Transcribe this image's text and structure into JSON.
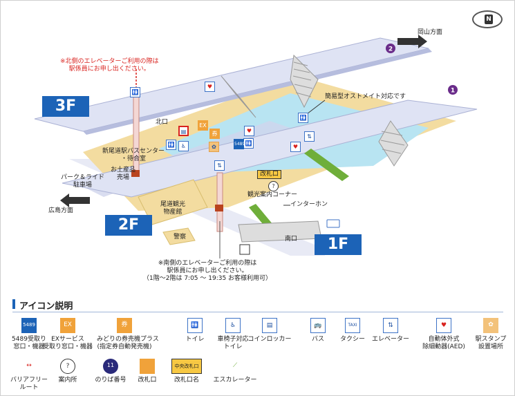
{
  "floors": {
    "f3": "3F",
    "f2": "2F",
    "f1": "1F"
  },
  "directions": {
    "okayama": "岡山方面",
    "hiroshima": "広島方面"
  },
  "compass": "N",
  "notes": {
    "north_elevator": "※北側のエレベーターご利用の際は\n駅係員にお申し出ください。",
    "south_elevator": "※南側のエレベーターご利用の際は\n駅係員にお申し出ください。\n（1階～2階は 7:05 ～ 19:35 お客様利用可）"
  },
  "places": {
    "ostomate": "簡易型オストメイト対応です",
    "north_exit": "北口",
    "bus_center": "新尾道駅バスセンター\n・待合室",
    "souvenir": "お土産品\n売場",
    "park_ride": "パーク＆ライド\n駐車場",
    "tourism_hall": "尾道観光\n物産館",
    "police": "警察",
    "ticket_gate": "改札口",
    "tourist_info": "観光案内コーナー",
    "intercom": "インターホン",
    "south_exit": "南口"
  },
  "platforms": {
    "p1": "1",
    "p2": "2"
  },
  "legend": {
    "title": "アイコン説明",
    "items": [
      {
        "icon": "5489",
        "label": "5489受取り\n窓口・機器"
      },
      {
        "icon": "EX",
        "label": "EXサービス\n受取り窓口・機器"
      },
      {
        "icon": "券",
        "label": "みどりの券売機プラス\n(指定券自動発売機)"
      },
      {
        "icon": "toilet-icon",
        "label": "トイレ"
      },
      {
        "icon": "wheelchair-toilet-icon",
        "label": "車椅子対応\nトイレ"
      },
      {
        "icon": "coin-locker-icon",
        "label": "コインロッカー"
      },
      {
        "icon": "bus-icon",
        "label": "バス"
      },
      {
        "icon": "TAXI",
        "label": "タクシー"
      },
      {
        "icon": "elevator-icon",
        "label": "エレベーター"
      },
      {
        "icon": "AED",
        "label": "自動体外式\n除細動器(AED)"
      },
      {
        "icon": "stamp-icon",
        "label": "駅スタンプ\n設置場所"
      },
      {
        "icon": "barrier-free-route-icon",
        "label": "バリアフリー\nルート"
      },
      {
        "icon": "?",
        "label": "案内所"
      },
      {
        "icon": "11",
        "label": "のりば番号"
      },
      {
        "icon": "gate-icon",
        "label": "改札口"
      },
      {
        "icon": "中央改札口",
        "label": "改札口名"
      },
      {
        "icon": "escalator-icon",
        "label": "エスカレーター"
      }
    ]
  },
  "colors": {
    "floor_blue": "#1c63b7",
    "platform": "#dfe3f4",
    "concourse": "#b8e4f2",
    "tan": "#f3dca0",
    "red": "#d9231f",
    "purple": "#6a2c8a"
  }
}
